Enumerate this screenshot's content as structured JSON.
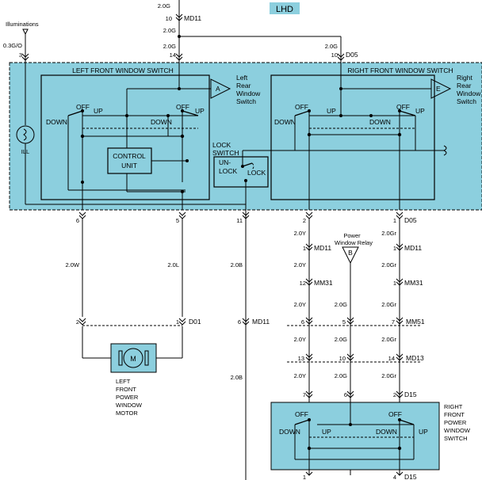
{
  "header": {
    "title": "LHD"
  },
  "illum": {
    "label": "Illuminations",
    "wire": "0.3G/O",
    "pin": "3"
  },
  "top_wires": {
    "w1": "2.0G",
    "md11_pin": "10",
    "md11": "MD11",
    "w2": "2.0G",
    "w3": "2.0G",
    "pin14": "14",
    "r_w": "2.0G",
    "r_pin": "10",
    "d05": "D05"
  },
  "left_switch": {
    "title": "LEFT FRONT WINDOW SWITCH",
    "off1": "OFF",
    "up1": "UP",
    "down1": "DOWN",
    "off2": "OFF",
    "up2": "UP",
    "down2": "DOWN",
    "control_l1": "CONTROL",
    "control_l2": "UNIT",
    "ill": "ILL"
  },
  "lock": {
    "l1": "LOCK",
    "l2": "SWITCH",
    "unlock1": "UN-",
    "unlock2": "LOCK",
    "lock": "LOCK"
  },
  "conn_a": {
    "letter": "A",
    "l1": "Left",
    "l2": "Rear",
    "l3": "Window",
    "l4": "Switch"
  },
  "conn_e": {
    "letter": "E",
    "l1": "Right",
    "l2": "Rear",
    "l3": "Window",
    "l4": "Switch"
  },
  "right_switch": {
    "title": "RIGHT FRONT WINDOW SWITCH",
    "off1": "OFF",
    "up1": "UP",
    "down1": "DOWN",
    "off2": "OFF",
    "up2": "UP",
    "down2": "DOWN"
  },
  "pins_below": {
    "p6": "6",
    "p5": "5",
    "p11": "11",
    "p2": "2",
    "p1": "1",
    "d05": "D05"
  },
  "left_wires": {
    "w": "2.0W",
    "l": "2.0L",
    "b": "2.0B",
    "b2": "2.0B"
  },
  "d01": {
    "p2": "2",
    "p1": "1",
    "name": "D01"
  },
  "md11_mid": {
    "pin": "6",
    "name": "MD11"
  },
  "motor": {
    "symbol": "M",
    "l1": "LEFT",
    "l2": "FRONT",
    "l3": "POWER",
    "l4": "WINDOW",
    "l5": "MOTOR"
  },
  "relay": {
    "l1": "Power",
    "l2": "Window Relay",
    "letter": "B"
  },
  "right_chain": {
    "y1": "2.0Y",
    "gr1": "2.0Gr",
    "md11_p1": "1",
    "md11_a": "MD11",
    "md11_p2": "1",
    "md11_b": "MD11",
    "y2": "2.0Y",
    "gr2": "2.0Gr",
    "mm31_p1": "12",
    "mm31_a": "MM31",
    "mm31_p2": "1",
    "mm31_b": "MM31",
    "y3": "2.0Y",
    "g3": "2.0G",
    "gr3": "2.0Gr",
    "mm51_p1": "6",
    "mm51_p2": "5",
    "mm51_p3": "7",
    "mm51": "MM51",
    "y4": "2.0Y",
    "g4": "2.0G",
    "gr4": "2.0Gr",
    "md13_p1": "13",
    "md13_p2": "10",
    "md13_p3": "14",
    "md13": "MD13",
    "y5": "2.0Y",
    "g5": "2.0G",
    "gr5": "2.0Gr",
    "d15_p1": "7",
    "d15_p2": "6",
    "d15_p3": "2",
    "d15": "D15",
    "d15b_p1": "1",
    "d15b_p2": "4",
    "d15b": "D15"
  },
  "rfs": {
    "off1": "OFF",
    "down1": "DOWN",
    "up1": "UP",
    "off2": "OFF",
    "down2": "DOWN",
    "up2": "UP",
    "name_l1": "RIGHT",
    "name_l2": "FRONT",
    "name_l3": "POWER",
    "name_l4": "WINDOW",
    "name_l5": "SWITCH"
  }
}
